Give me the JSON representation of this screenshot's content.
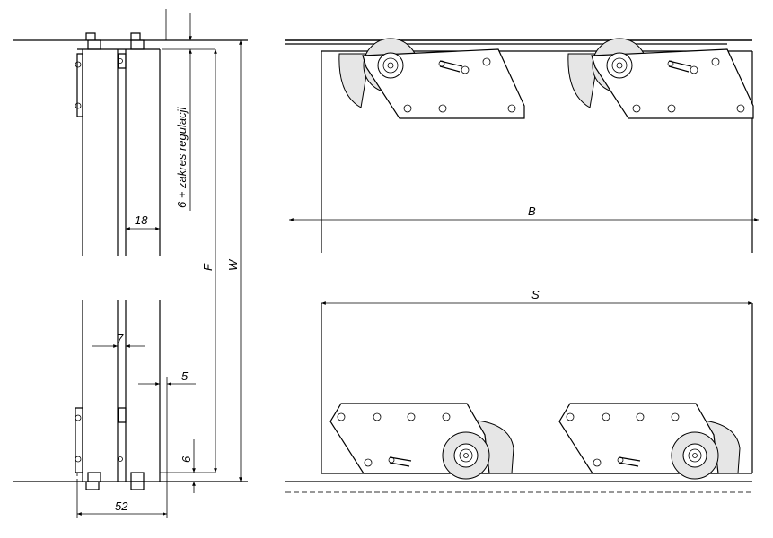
{
  "labels": {
    "adjust": "6 + zakres regulacji",
    "d18": "18",
    "d7": "7",
    "d5": "5",
    "d6": "6",
    "d52": "52",
    "F": "F",
    "W": "W",
    "B": "B",
    "S": "S"
  }
}
